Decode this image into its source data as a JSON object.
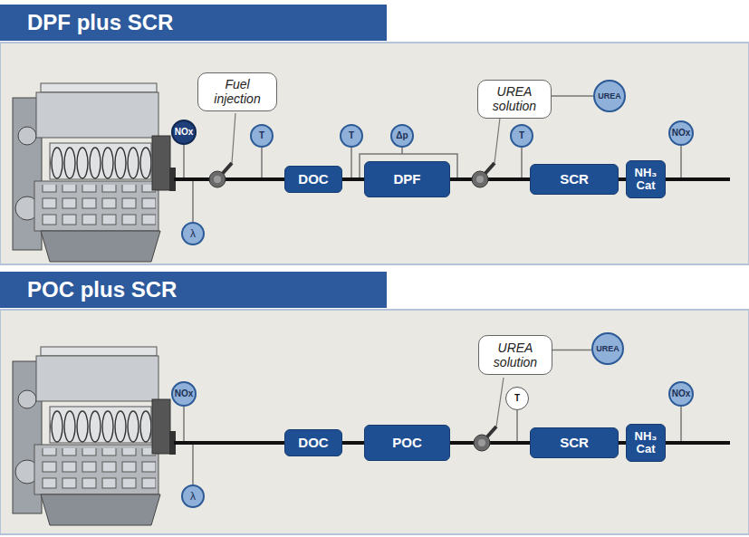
{
  "diagram": {
    "nodes": [
      {
        "text": [
          "DPF plus SCR"
        ]
      },
      {
        "text": [
          "NOx"
        ],
        "in": 0
      },
      {
        "text": [
          "λ"
        ],
        "in": 0
      },
      {
        "text": [
          "Fuel injection"
        ],
        "in": 0
      },
      {
        "text": [
          "T"
        ],
        "in": 0
      },
      {
        "text": [
          "DOC"
        ],
        "in": 0
      },
      {
        "text": [
          "T"
        ],
        "in": 0
      },
      {
        "text": [
          "Δp"
        ],
        "in": 0
      },
      {
        "text": [
          "DPF"
        ],
        "in": 0
      },
      {
        "text": [
          "UREA solution"
        ],
        "in": 0
      },
      {
        "text": [
          "UREA"
        ],
        "in": 0
      },
      {
        "text": [
          "T"
        ],
        "in": 0
      },
      {
        "text": [
          "SCR"
        ],
        "in": 0
      },
      {
        "text": [
          "NH₃ Cat"
        ],
        "in": 0
      },
      {
        "text": [
          "NOx"
        ],
        "in": 0
      },
      {
        "text": [
          "POC plus SCR"
        ]
      },
      {
        "text": [
          "NOx"
        ],
        "in": 15
      },
      {
        "text": [
          "λ"
        ],
        "in": 15
      },
      {
        "text": [
          "DOC"
        ],
        "in": 15
      },
      {
        "text": [
          "POC"
        ],
        "in": 15
      },
      {
        "text": [
          "UREA solution"
        ],
        "in": 15
      },
      {
        "text": [
          "UREA"
        ],
        "in": 15
      },
      {
        "text": [
          "T"
        ],
        "in": 15
      },
      {
        "text": [
          "SCR"
        ],
        "in": 15
      },
      {
        "text": [
          "NH₃ Cat"
        ],
        "in": 15
      },
      {
        "text": [
          "NOx"
        ],
        "in": 15
      }
    ],
    "edges": [
      {
        "from": 9,
        "to": 10,
        "arrow": "none"
      },
      {
        "from": 5,
        "to": 8,
        "arrow": "none"
      },
      {
        "from": 8,
        "to": 12,
        "arrow": "none"
      },
      {
        "from": 12,
        "to": 13,
        "arrow": "none"
      },
      {
        "from": 20,
        "to": 21,
        "arrow": "none"
      },
      {
        "from": 18,
        "to": 19,
        "arrow": "none"
      },
      {
        "from": 19,
        "to": 23,
        "arrow": "none"
      },
      {
        "from": 23,
        "to": 24,
        "arrow": "none"
      }
    ]
  }
}
